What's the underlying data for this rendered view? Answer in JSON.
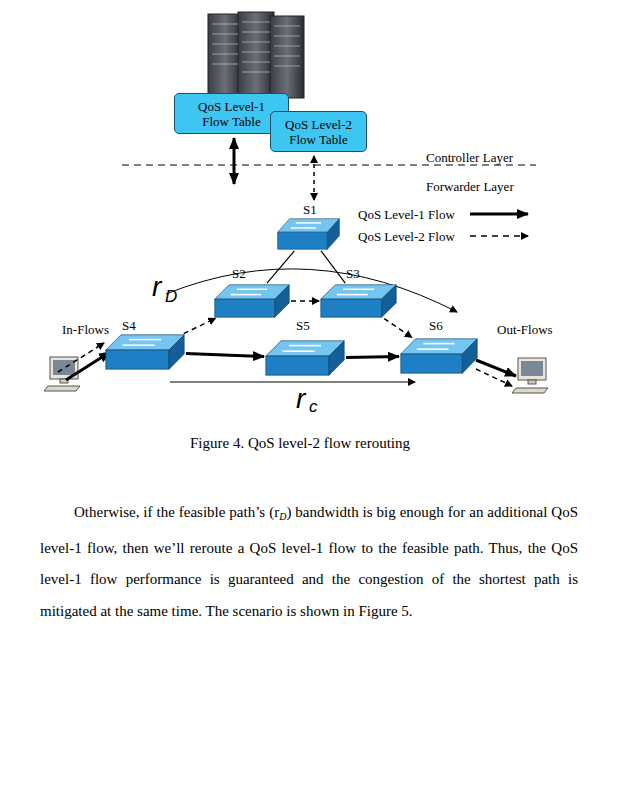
{
  "diagram": {
    "caption": "Figure 4. QoS level-2 flow rerouting",
    "nodes": [
      {
        "text": [
          "QoS Level-1 Flow Table"
        ]
      },
      {
        "text": [
          "QoS Level-2 Flow Table"
        ]
      },
      {
        "text": [
          "S1"
        ]
      },
      {
        "text": [
          "S2"
        ]
      },
      {
        "text": [
          "S3"
        ]
      },
      {
        "text": [
          "S4"
        ]
      },
      {
        "text": [
          "S5"
        ]
      },
      {
        "text": [
          "S6"
        ]
      }
    ],
    "edges": [
      {
        "from": 2,
        "to": 3,
        "arrow": "none"
      },
      {
        "from": 2,
        "to": 4,
        "arrow": "none"
      },
      {
        "from": 5,
        "to": 3,
        "arrow": "to"
      },
      {
        "from": 3,
        "to": 4,
        "arrow": "to"
      },
      {
        "from": 4,
        "to": 7,
        "arrow": "to"
      },
      {
        "from": 5,
        "to": 6,
        "arrow": "to"
      },
      {
        "from": 6,
        "to": 7,
        "arrow": "to"
      }
    ],
    "labels": [
      "Controller Layer",
      "Forwarder Layer",
      "r",
      "D",
      "In-Flows",
      "Out-Flows",
      "r",
      "c",
      "Otherwise, if the feasible path’s (r",
      "D",
      ") bandwidth is big enough for an additional QoS level-1 flow, then we’ll reroute a QoS level-1 flow to the feasible path. Thus, the QoS level-1 flow performance is guaranteed and the congestion of the shortest path is mitigated at the same time. The scenario is shown in Figure 5."
    ],
    "legend": [
      {
        "text": "QoS Level-1 Flow"
      },
      {
        "text": "QoS Level-2 Flow"
      }
    ]
  }
}
